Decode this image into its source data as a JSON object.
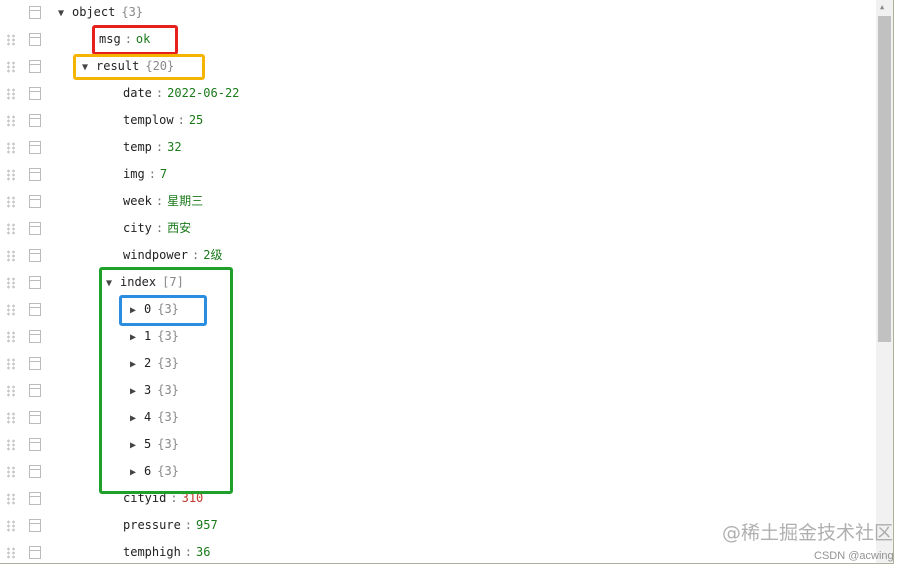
{
  "rows": [
    {
      "indent": 0,
      "toggle": "▼",
      "key": "object",
      "count": "{3}",
      "first": true
    },
    {
      "indent": 1,
      "key": "msg",
      "value": "ok"
    },
    {
      "indent": 1,
      "toggle": "▼",
      "key": "result",
      "count": "{20}"
    },
    {
      "indent": 2,
      "key": "date",
      "value": "2022-06-22"
    },
    {
      "indent": 2,
      "key": "templow",
      "value": "25"
    },
    {
      "indent": 2,
      "key": "temp",
      "value": "32"
    },
    {
      "indent": 2,
      "key": "img",
      "value": "7"
    },
    {
      "indent": 2,
      "key": "week",
      "value": "星期三"
    },
    {
      "indent": 2,
      "key": "city",
      "value": "西安"
    },
    {
      "indent": 2,
      "key": "windpower",
      "value": "2级"
    },
    {
      "indent": 2,
      "toggle": "▼",
      "key": "index",
      "count": "[7]"
    },
    {
      "indent": 3,
      "toggle": "▶",
      "key": "0",
      "count": "{3}"
    },
    {
      "indent": 3,
      "toggle": "▶",
      "key": "1",
      "count": "{3}"
    },
    {
      "indent": 3,
      "toggle": "▶",
      "key": "2",
      "count": "{3}"
    },
    {
      "indent": 3,
      "toggle": "▶",
      "key": "3",
      "count": "{3}"
    },
    {
      "indent": 3,
      "toggle": "▶",
      "key": "4",
      "count": "{3}"
    },
    {
      "indent": 3,
      "toggle": "▶",
      "key": "5",
      "count": "{3}"
    },
    {
      "indent": 3,
      "toggle": "▶",
      "key": "6",
      "count": "{3}"
    },
    {
      "indent": 2,
      "key": "cityid",
      "value": "310",
      "valueColor": "red"
    },
    {
      "indent": 2,
      "key": "pressure",
      "value": "957"
    },
    {
      "indent": 2,
      "key": "temphigh",
      "value": "36"
    }
  ],
  "separator": ":",
  "highlights": {
    "msg": "#e8201c",
    "result": "#f5b400",
    "index": "#1fa02a",
    "item0": "#2a8de0"
  },
  "watermark": {
    "main": "@稀土掘金技术社区",
    "sub": "CSDN @acwing"
  }
}
